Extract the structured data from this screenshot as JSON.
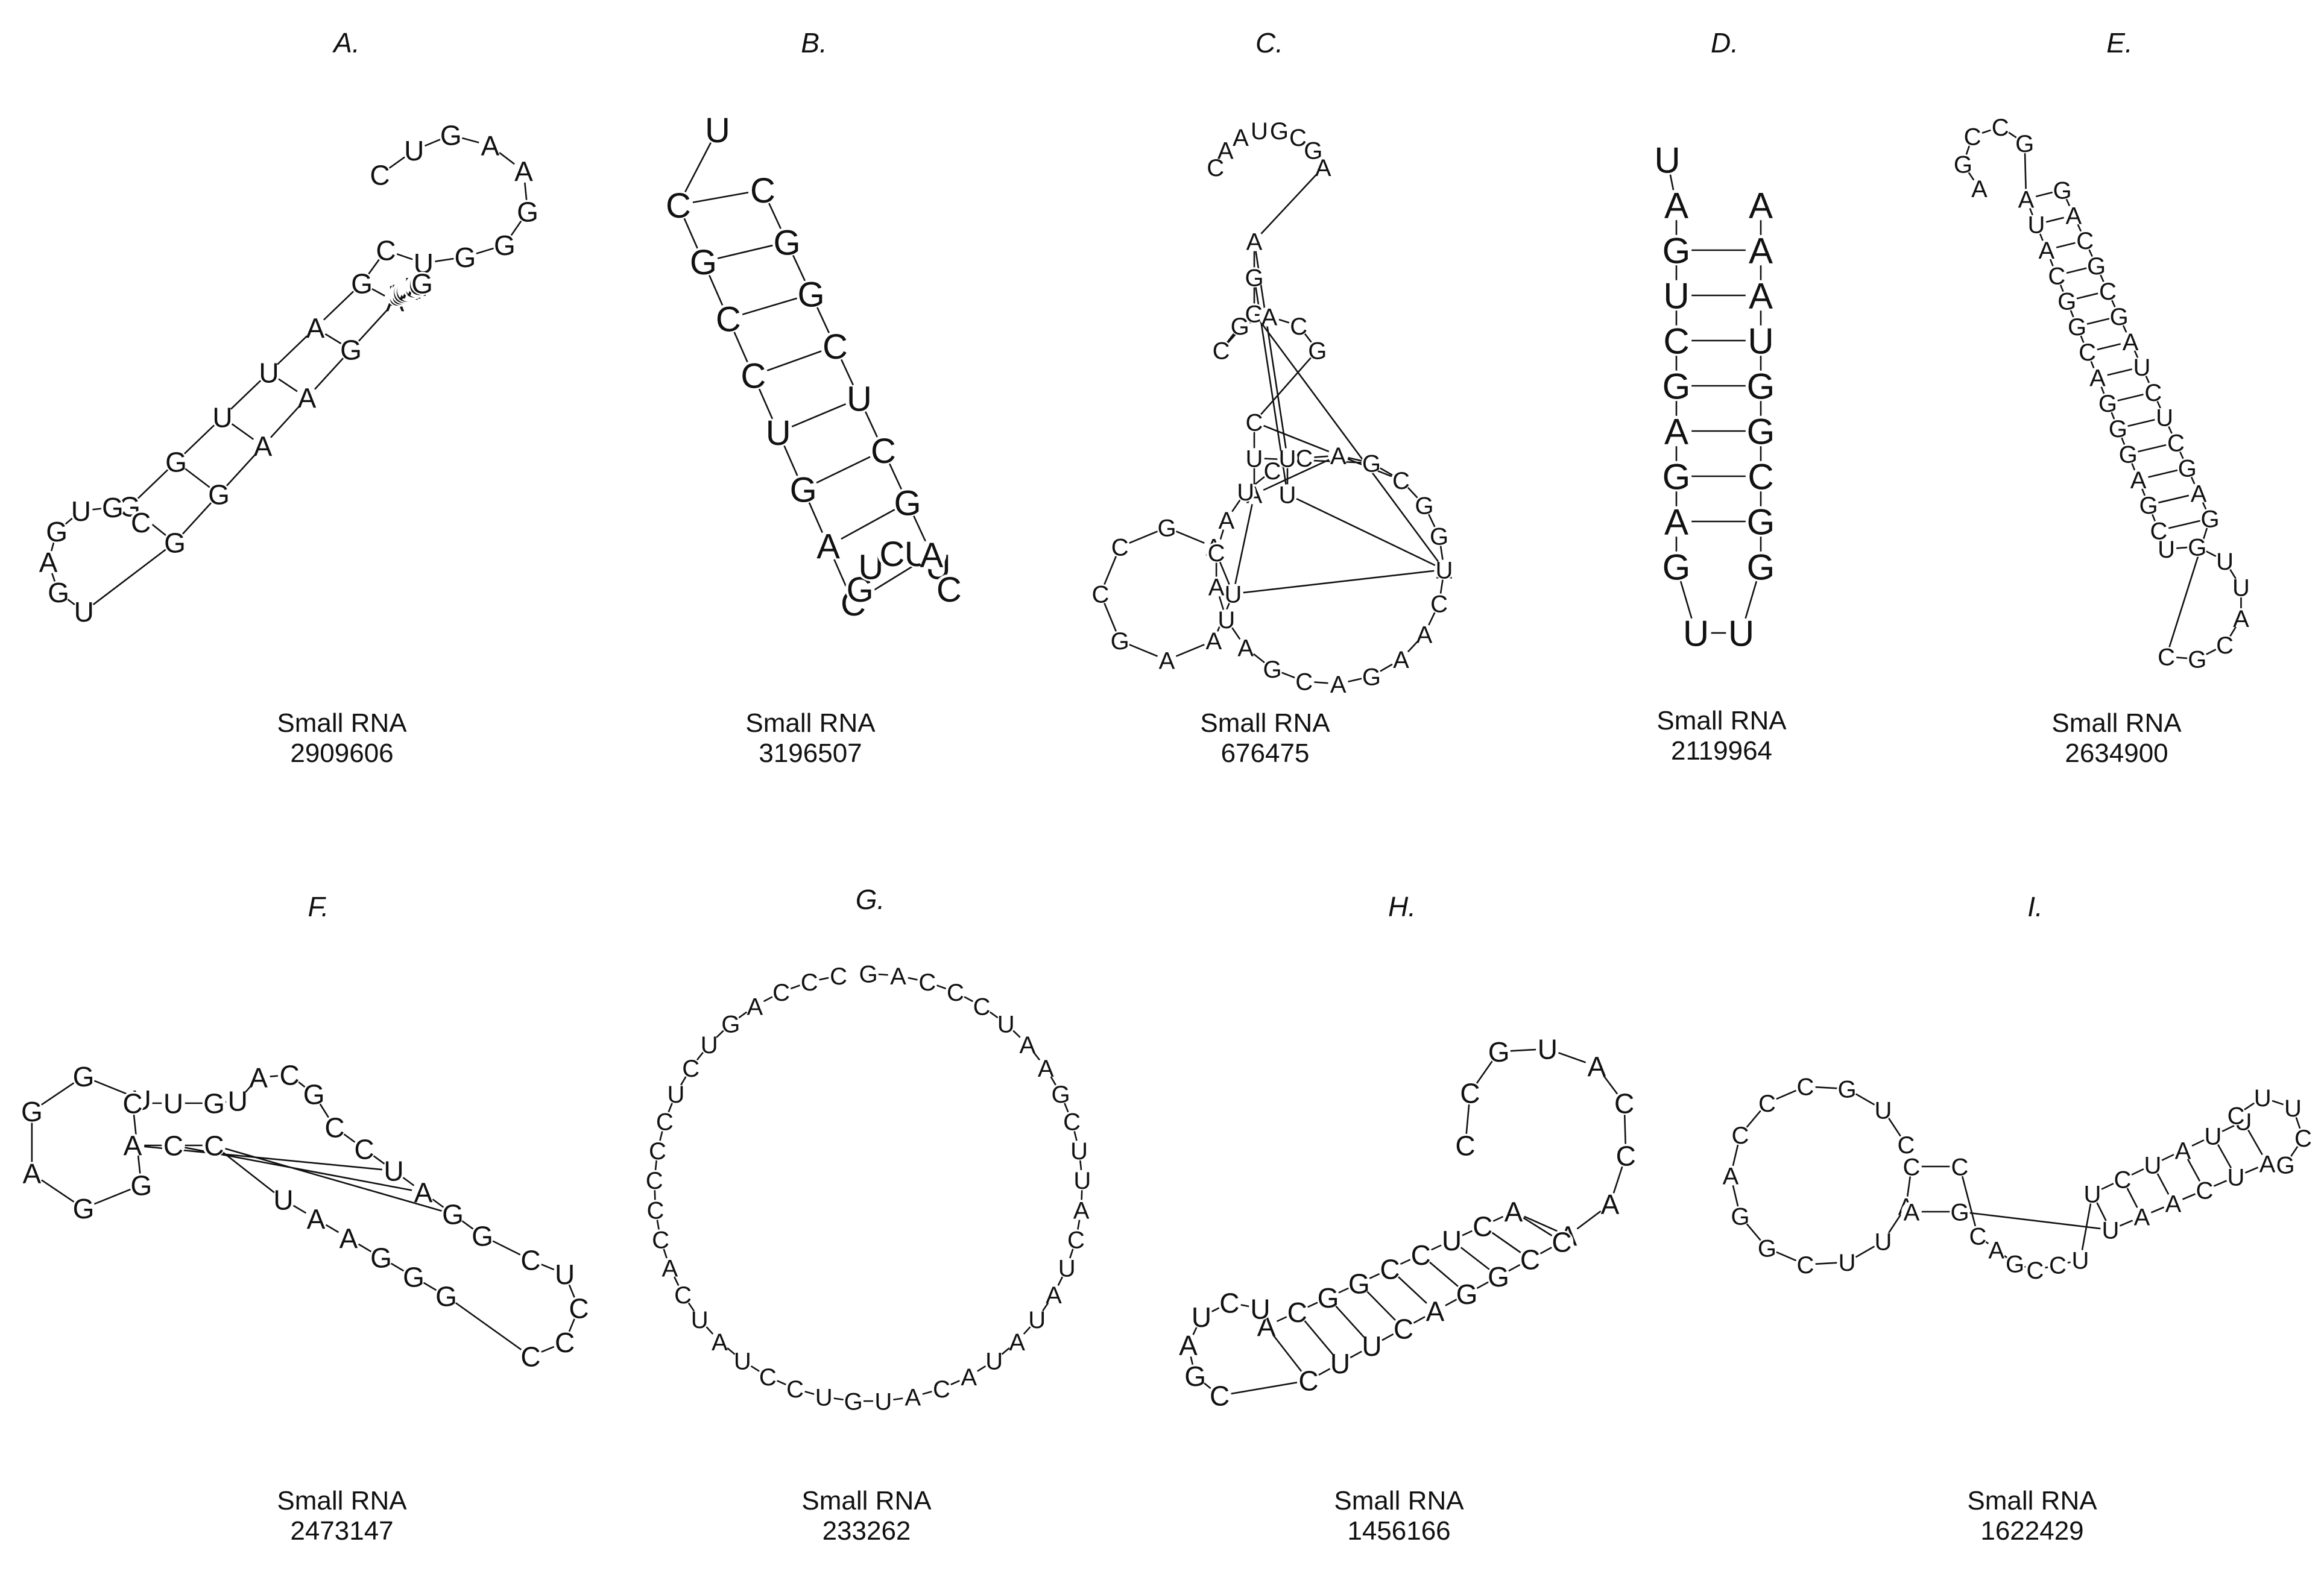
{
  "panels": [
    {
      "id": "A",
      "letter": "A.",
      "caption": "Small RNA",
      "rna_id": "2909606",
      "sequence": "CUGAAGGGUCGAUUGGCGUGAGUGGAAGAUUGGAAUAGG"
    },
    {
      "id": "B",
      "letter": "B.",
      "caption": "Small RNA",
      "rna_id": "3196507",
      "sequence": "UCGCCUGACGUCUUCAGCUCGGCG"
    },
    {
      "id": "C",
      "letter": "C.",
      "caption": "Small RNA",
      "rna_id": "676475",
      "sequence": "CAAUGCGAAGGCGACGCUAUAAGCCGAUACAAGACGAUACAUCCAGCGGUUU"
    },
    {
      "id": "D",
      "letter": "D.",
      "caption": "Small RNA",
      "rna_id": "2119964",
      "sequence": "UAGUCGAGAGUUGGCGGUAAA"
    },
    {
      "id": "E",
      "letter": "E.",
      "caption": "Small RNA",
      "rna_id": "2634900",
      "sequence": "AGCCGAUACGGCAGGGAGCUGUUACGCGAGCUCUAGCGCAG"
    },
    {
      "id": "F",
      "letter": "F.",
      "caption": "Small RNA",
      "rna_id": "2473147",
      "sequence": "UGGAGGCUGUACGCCUAGGCUCCCGGGAAUCCAUGGUACGAU"
    },
    {
      "id": "G",
      "letter": "G.",
      "caption": "Small RNA",
      "rna_id": "233262",
      "sequence": "GACCCUAAGCUUACUAUAUACAUGUCCUAUCACCCCCUCUGACCC"
    },
    {
      "id": "H",
      "letter": "H.",
      "caption": "Small RNA",
      "rna_id": "1456166",
      "sequence": "CCGUACCAAACUCCGGCAUCUAGCCUUCAGGCCGAC"
    },
    {
      "id": "I",
      "letter": "I.",
      "caption": "Small RNA",
      "rna_id": "1622429",
      "sequence": "CUGCCCAGGCUUACCCAGCCUUCUAUUCUUCGAUCAAUGAGG"
    }
  ]
}
